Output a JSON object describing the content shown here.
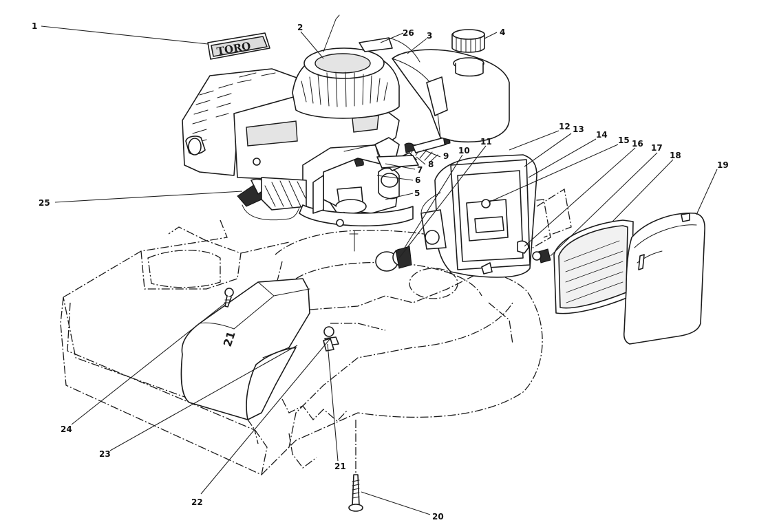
{
  "logo_text": "TORO",
  "deck_marking": "21",
  "callouts": [
    {
      "id": "1",
      "label": "1"
    },
    {
      "id": "2",
      "label": "2"
    },
    {
      "id": "3",
      "label": "3"
    },
    {
      "id": "4",
      "label": "4"
    },
    {
      "id": "5",
      "label": "5"
    },
    {
      "id": "6",
      "label": "6"
    },
    {
      "id": "7",
      "label": "7"
    },
    {
      "id": "8",
      "label": "8"
    },
    {
      "id": "9",
      "label": "9"
    },
    {
      "id": "10",
      "label": "10"
    },
    {
      "id": "11",
      "label": "11"
    },
    {
      "id": "12",
      "label": "12"
    },
    {
      "id": "13",
      "label": "13"
    },
    {
      "id": "14",
      "label": "14"
    },
    {
      "id": "15",
      "label": "15"
    },
    {
      "id": "16",
      "label": "16"
    },
    {
      "id": "17",
      "label": "17"
    },
    {
      "id": "18",
      "label": "18"
    },
    {
      "id": "19",
      "label": "19"
    },
    {
      "id": "20",
      "label": "20"
    },
    {
      "id": "21",
      "label": "21"
    },
    {
      "id": "22",
      "label": "22"
    },
    {
      "id": "23",
      "label": "23"
    },
    {
      "id": "24",
      "label": "24"
    },
    {
      "id": "25",
      "label": "25"
    },
    {
      "id": "26",
      "label": "26"
    }
  ]
}
